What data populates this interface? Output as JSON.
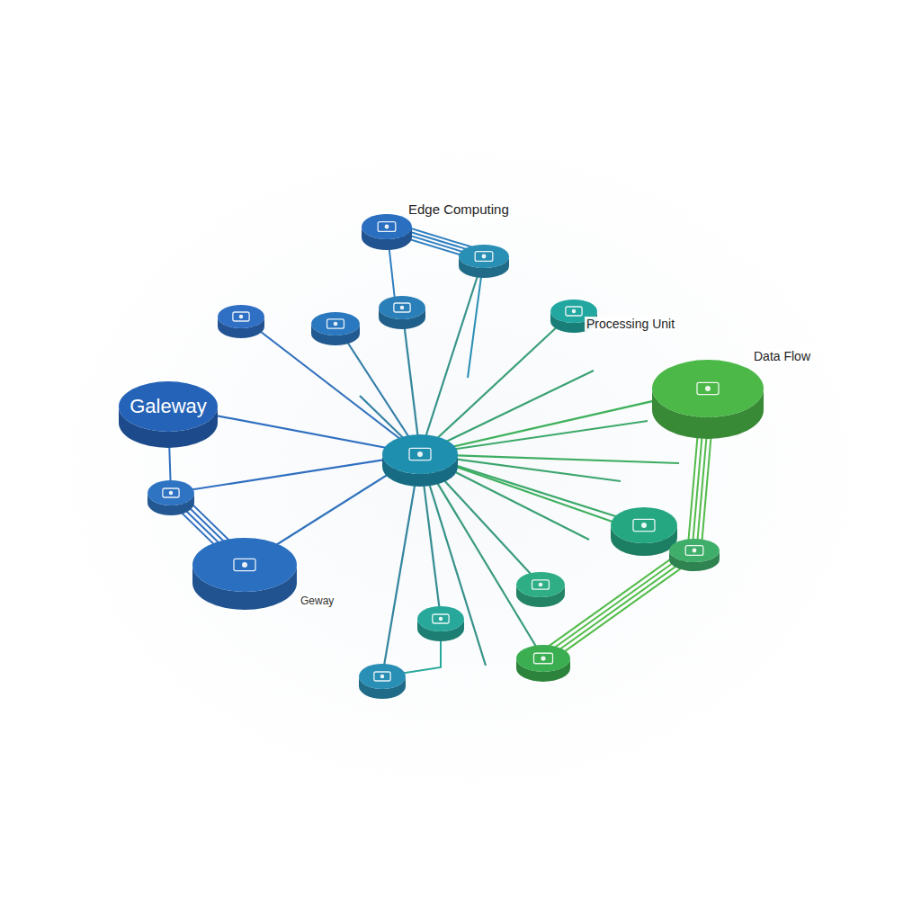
{
  "diagram": {
    "nodes": [
      {
        "text": [
          "Edge Computing"
        ]
      },
      {
        "text": [
          "Processing Unit"
        ]
      },
      {
        "text": [
          "Data Flow"
        ]
      },
      {
        "text": [
          "Galeway"
        ]
      },
      {
        "text": [
          "Geway"
        ]
      }
    ]
  }
}
